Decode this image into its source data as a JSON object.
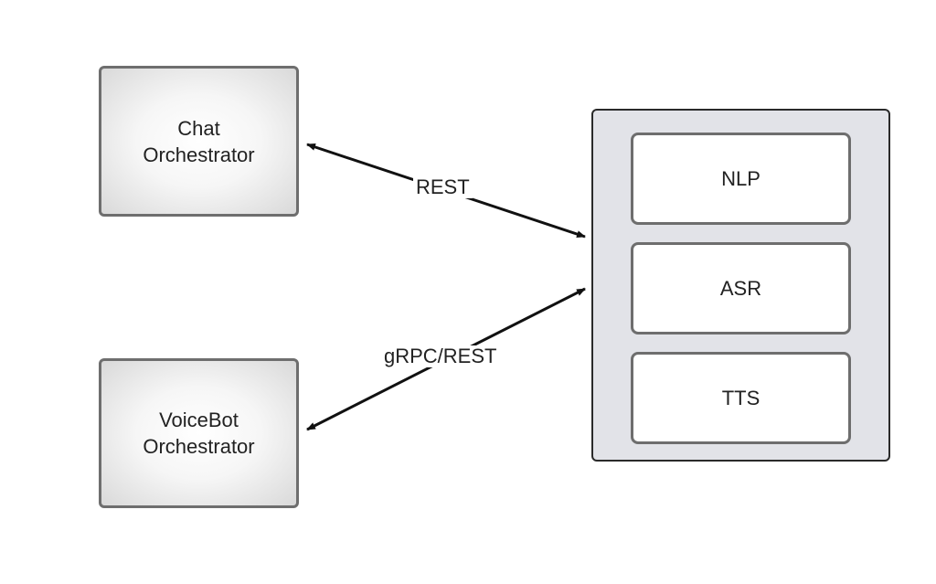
{
  "nodes": {
    "chat_orchestrator": {
      "line1": "Chat",
      "line2": "Orchestrator"
    },
    "voicebot_orchestrator": {
      "line1": "VoiceBot",
      "line2": "Orchestrator"
    },
    "services": [
      {
        "label": "NLP"
      },
      {
        "label": "ASR"
      },
      {
        "label": "TTS"
      }
    ]
  },
  "edges": {
    "chat_to_services": {
      "label": "REST"
    },
    "voicebot_to_services": {
      "label": "gRPC/REST"
    }
  },
  "colors": {
    "box_border": "#6e6e6e",
    "container_fill": "#e2e3e8",
    "arrow": "#111111"
  }
}
